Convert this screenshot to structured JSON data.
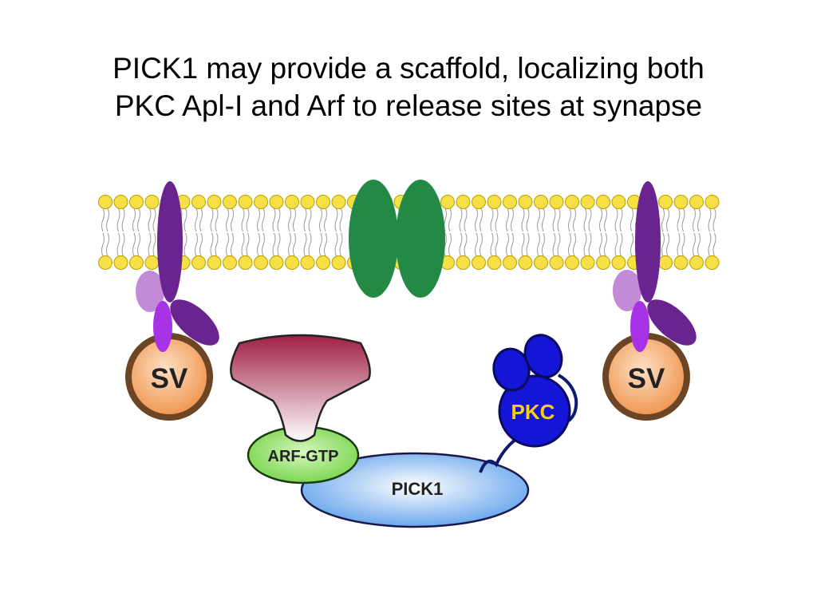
{
  "title": {
    "line1": "PICK1 may provide a scaffold, localizing both",
    "line2": "PKC Apl-I and Arf to release sites at synapse"
  },
  "labels": {
    "sv_left": "SV",
    "sv_right": "SV",
    "arf": "ARF-GTP",
    "pick1": "PICK1",
    "pkc": "PKC"
  },
  "colors": {
    "lipid_head": "#f6e046",
    "lipid_outline": "#b8a000",
    "channel": "#238a46",
    "snare_dark": "#6a2490",
    "snare_light": "#c38ad8",
    "snare_mid": "#a832e6",
    "sv_fill": "#f29a54",
    "sv_ring": "#6b4524",
    "arf_fill": "#7cd84c",
    "pick1_fill": "#7ab2ee",
    "pkc_fill": "#1515d8",
    "pkc_label": "#f6d018",
    "effector_top": "#a8224a",
    "effector_bottom": "#ffffff"
  }
}
